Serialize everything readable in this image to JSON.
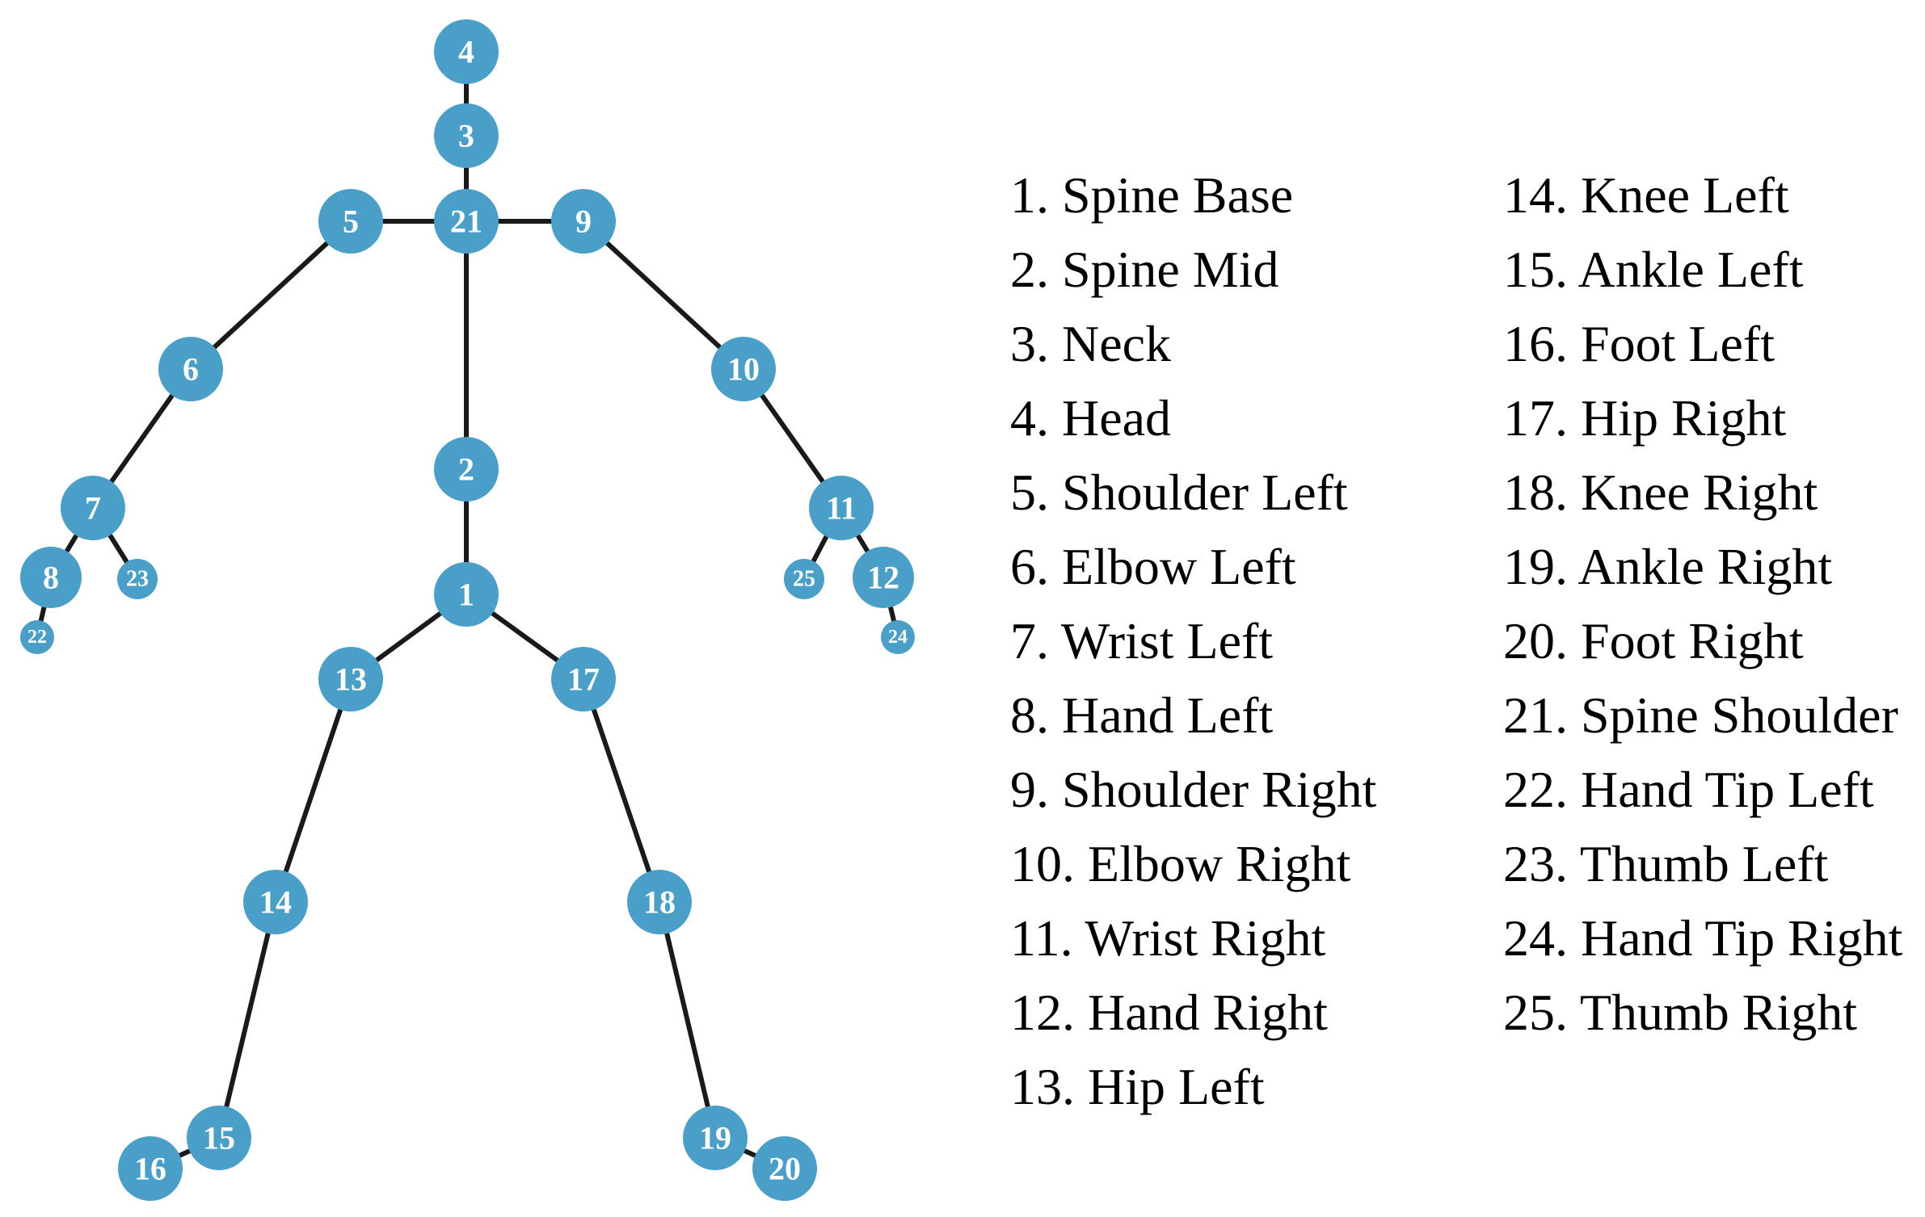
{
  "diagram": {
    "joints": [
      {
        "id": "1",
        "name": "Spine Base"
      },
      {
        "id": "2",
        "name": "Spine Mid"
      },
      {
        "id": "3",
        "name": "Neck"
      },
      {
        "id": "4",
        "name": "Head"
      },
      {
        "id": "5",
        "name": "Shoulder Left"
      },
      {
        "id": "6",
        "name": "Elbow Left"
      },
      {
        "id": "7",
        "name": "Wrist Left"
      },
      {
        "id": "8",
        "name": "Hand Left"
      },
      {
        "id": "9",
        "name": "Shoulder Right"
      },
      {
        "id": "10",
        "name": "Elbow Right"
      },
      {
        "id": "11",
        "name": "Wrist Right"
      },
      {
        "id": "12",
        "name": "Hand Right"
      },
      {
        "id": "13",
        "name": "Hip Left"
      },
      {
        "id": "14",
        "name": "Knee Left"
      },
      {
        "id": "15",
        "name": "Ankle Left"
      },
      {
        "id": "16",
        "name": "Foot Left"
      },
      {
        "id": "17",
        "name": "Hip Right"
      },
      {
        "id": "18",
        "name": "Knee Right"
      },
      {
        "id": "19",
        "name": "Ankle Right"
      },
      {
        "id": "20",
        "name": "Foot Right"
      },
      {
        "id": "21",
        "name": "Spine Shoulder"
      },
      {
        "id": "22",
        "name": "Hand Tip Left"
      },
      {
        "id": "23",
        "name": "Thumb Left"
      },
      {
        "id": "24",
        "name": "Hand Tip Right"
      },
      {
        "id": "25",
        "name": "Thumb Right"
      }
    ],
    "connections": [
      [
        "4",
        "3"
      ],
      [
        "3",
        "21"
      ],
      [
        "21",
        "5"
      ],
      [
        "21",
        "9"
      ],
      [
        "21",
        "2"
      ],
      [
        "2",
        "1"
      ],
      [
        "5",
        "6"
      ],
      [
        "6",
        "7"
      ],
      [
        "7",
        "8"
      ],
      [
        "7",
        "23"
      ],
      [
        "8",
        "22"
      ],
      [
        "9",
        "10"
      ],
      [
        "10",
        "11"
      ],
      [
        "11",
        "12"
      ],
      [
        "11",
        "25"
      ],
      [
        "12",
        "24"
      ],
      [
        "1",
        "13"
      ],
      [
        "1",
        "17"
      ],
      [
        "13",
        "14"
      ],
      [
        "14",
        "15"
      ],
      [
        "15",
        "16"
      ],
      [
        "17",
        "18"
      ],
      [
        "18",
        "19"
      ],
      [
        "19",
        "20"
      ]
    ],
    "legend": [
      "1. Spine Base",
      "2. Spine Mid",
      "3. Neck",
      "4. Head",
      "5. Shoulder Left",
      "6. Elbow Left",
      "7. Wrist Left",
      "8. Hand Left",
      "9. Shoulder Right",
      "10. Elbow Right",
      "11. Wrist Right",
      "12. Hand Right",
      "13. Hip Left",
      "14. Knee Left",
      "15. Ankle Left",
      "16. Foot Left",
      "17. Hip Right",
      "18. Knee Right",
      "19. Ankle Right",
      "20. Foot Right",
      "21. Spine Shoulder",
      "22. Hand Tip Left",
      "23. Thumb Left",
      "24. Hand Tip Right",
      "25. Thumb Right"
    ],
    "colors": {
      "joint": "#4a9fc8",
      "bone": "#1a1a1a",
      "label": "#ffffff"
    }
  }
}
